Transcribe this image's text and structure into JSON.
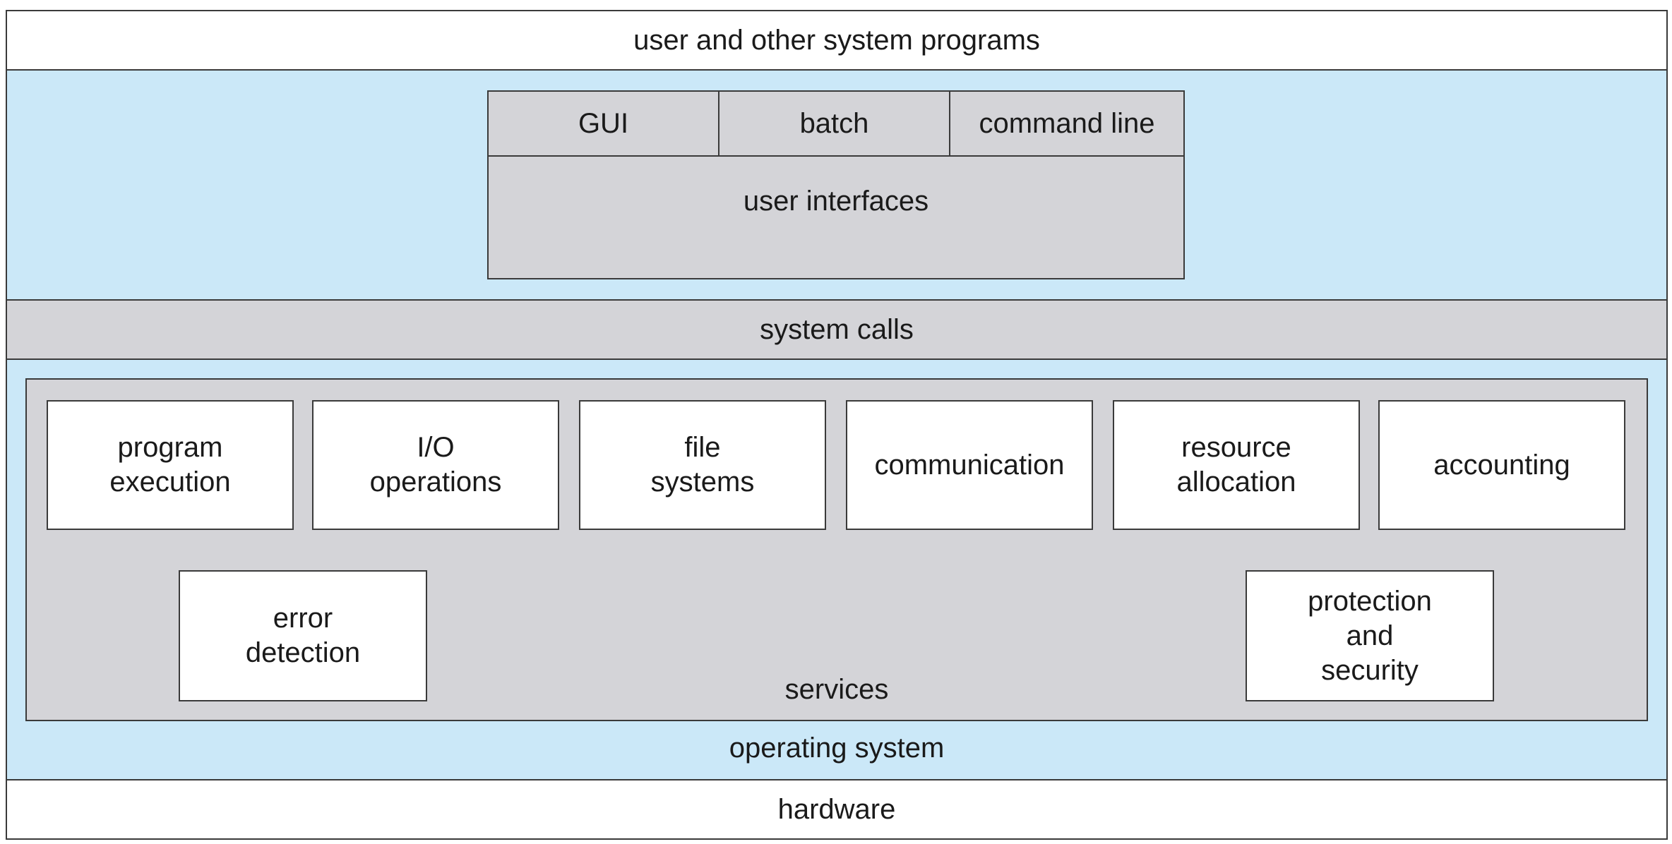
{
  "layers": {
    "top": "user and other system programs",
    "system_calls": "system calls",
    "operating_system": "operating system",
    "bottom": "hardware"
  },
  "user_interfaces": {
    "options": [
      "GUI",
      "batch",
      "command line"
    ],
    "label": "user interfaces"
  },
  "services": {
    "label": "services",
    "row1": [
      "program\nexecution",
      "I/O\noperations",
      "file\nsystems",
      "communication",
      "resource\nallocation",
      "accounting"
    ],
    "row2": [
      "error\ndetection",
      "protection\nand\nsecurity"
    ]
  },
  "colors": {
    "os_band": "#cbe8f8",
    "gray_panel": "#d4d4d8",
    "border": "#3a3a3a"
  }
}
